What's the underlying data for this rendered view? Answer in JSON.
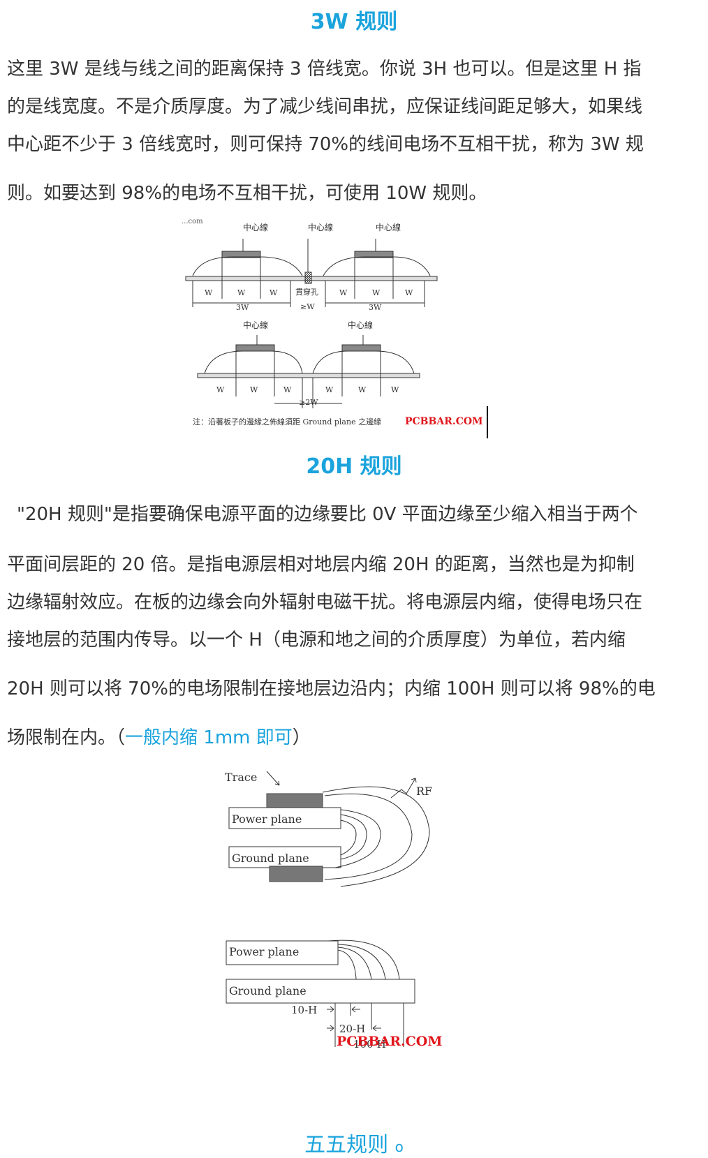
{
  "section_3w": {
    "title": "3W 规则",
    "lines": [
      "这里 3W 是线与线之间的距离保持 3 倍线宽。你说 3H 也可以。但是这里 H 指",
      "的是线宽度。不是介质厚度。为了减少线间串扰，应保证线间距足够大，如果线",
      "中心距不少于 3 倍线宽时，则可保持 70%的线间电场不互相干扰，称为 3W 规",
      "则。如要达到 98%的电场不互相干扰，可使用 10W 规则。"
    ]
  },
  "figure_3w": {
    "corner_text": "...com",
    "center_line_label": "中心線",
    "w_label": "W",
    "dim_3w": "3W",
    "via_label": "貫穿孔",
    "via_dim": "≥W",
    "dim_2w": "≥2W",
    "note": "注：沿著板子的邊緣之佈線須距 Ground plane 之邊緣",
    "watermark": "PCBBAR.COM"
  },
  "section_20h": {
    "title": "20H 规则",
    "lines": [
      "\"20H 规则\"是指要确保电源平面的边缘要比 0V 平面边缘至少缩入相当于两个",
      "平面间层距的 20 倍。是指电源层相对地层内缩 20H 的距离，当然也是为抑制",
      "边缘辐射效应。在板的边缘会向外辐射电磁干扰。将电源层内缩，使得电场只在",
      "接地层的范围内传导。以一个 H（电源和地之间的介质厚度）为单位，若内缩",
      "20H 则可以将 70%的电场限制在接地层边沿内；内缩 100H 则可以将 98%的电"
    ],
    "last_line_prefix": "场限制在内。（",
    "last_line_accent": "一般内缩 1mm 即可",
    "last_line_suffix": "）"
  },
  "figure_20h": {
    "trace_label": "Trace",
    "rf_label": "RF",
    "power_plane": "Power plane",
    "ground_plane": "Ground plane",
    "dim_10h": "10-H",
    "dim_20h": "20-H",
    "dim_100h": "100-H",
    "watermark": "PCBBAR.COM"
  },
  "footer": {
    "title": "五五规则",
    "suffix": "o"
  },
  "colors": {
    "accent": "#1aa3dc",
    "body_text": "#333333",
    "watermark": "#e0161b"
  }
}
